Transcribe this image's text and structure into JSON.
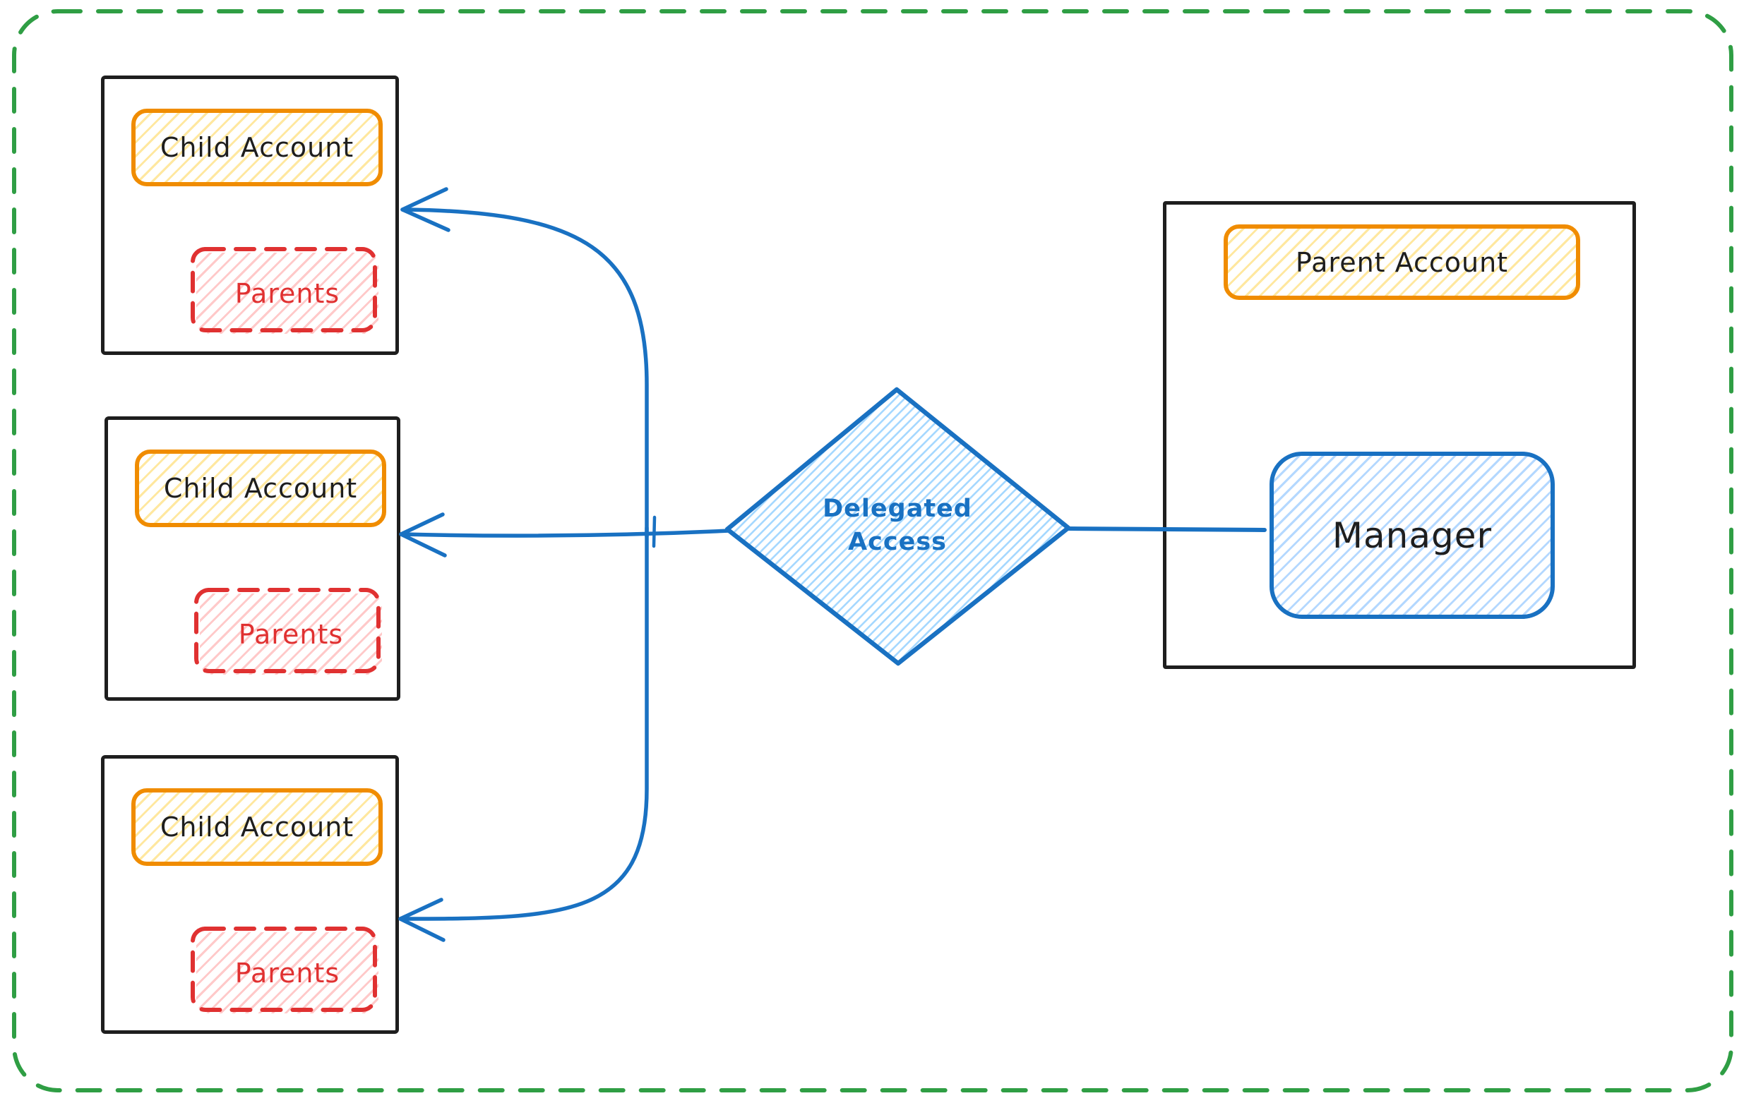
{
  "colors": {
    "frame_green": "#2f9e44",
    "ink_black": "#1e1e1e",
    "accent_orange": "#f08c00",
    "fill_yellow": "#ffd954",
    "accent_red": "#e03131",
    "fill_pink": "#ffc9c9",
    "accent_blue": "#1971c2",
    "fill_light_blue": "#a5d8ff"
  },
  "child_accounts": [
    {
      "title": "Child Account",
      "inner": "Parents"
    },
    {
      "title": "Child Account",
      "inner": "Parents"
    },
    {
      "title": "Child Account",
      "inner": "Parents"
    }
  ],
  "parent_account": {
    "title": "Parent Account",
    "manager_label": "Manager"
  },
  "diamond": {
    "lines": [
      "Delegated",
      "Access"
    ]
  }
}
